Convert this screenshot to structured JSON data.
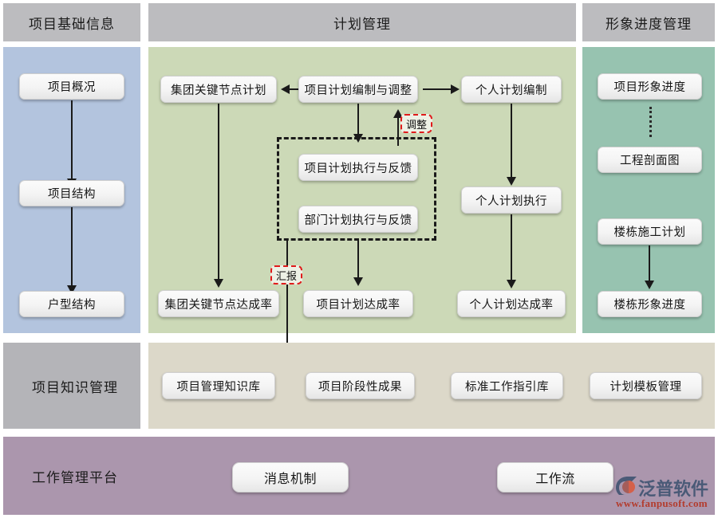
{
  "headers": {
    "col1": "项目基础信息",
    "col2": "计划管理",
    "col3": "形象进度管理"
  },
  "row_labels": {
    "knowledge": "项目知识管理",
    "platform": "工作管理平台"
  },
  "basic_info": {
    "nodes": [
      {
        "label": "项目概况"
      },
      {
        "label": "项目结构"
      },
      {
        "label": "户型结构"
      }
    ]
  },
  "plan_management": {
    "nodes": [
      {
        "label": "集团关键节点计划"
      },
      {
        "label": "项目计划编制与调整"
      },
      {
        "label": "个人计划编制"
      },
      {
        "label": "项目计划执行与反馈"
      },
      {
        "label": "部门计划执行与反馈"
      },
      {
        "label": "个人计划执行"
      },
      {
        "label": "集团关键节点达成率"
      },
      {
        "label": "项目计划达成率"
      },
      {
        "label": "个人计划达成率"
      }
    ],
    "tags": [
      {
        "label": "调整"
      },
      {
        "label": "汇报"
      }
    ]
  },
  "progress_management": {
    "nodes": [
      {
        "label": "项目形象进度"
      },
      {
        "label": "工程剖面图"
      },
      {
        "label": "楼栋施工计划"
      },
      {
        "label": "楼栋形象进度"
      }
    ]
  },
  "knowledge_management": {
    "nodes": [
      {
        "label": "项目管理知识库"
      },
      {
        "label": "项目阶段性成果"
      },
      {
        "label": "标准工作指引库"
      },
      {
        "label": "计划模板管理"
      }
    ]
  },
  "work_platform": {
    "nodes": [
      {
        "label": "消息机制"
      },
      {
        "label": "工作流"
      }
    ]
  },
  "branding": {
    "name": "泛普软件",
    "url": "www.fanpusoft.com"
  },
  "colors": {
    "header_gray": "#bcbcbf",
    "basic_blue": "#b3c4de",
    "plan_green": "#ccd9b7",
    "progress_teal": "#97c3b0",
    "knowledge_sand": "#dcd8c9",
    "platform_purple": "#ab96ad",
    "tag_red": "#e01b1b",
    "line_black": "#1a1a1a"
  }
}
